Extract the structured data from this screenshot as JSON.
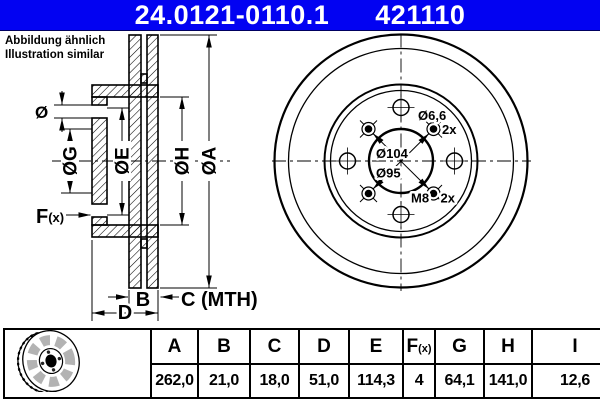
{
  "header": {
    "part_number": "24.0121-0110.1",
    "catalog_number": "421110",
    "bar_color": "#0202f2",
    "text_color": "#ffffff"
  },
  "note": {
    "line1": "Abbildung ähnlich",
    "line2": "Illustration similar"
  },
  "section_view": {
    "dim_hole_symbol": "Ø",
    "dim_g": "ØG",
    "dim_e": "ØE",
    "dim_h": "ØH",
    "dim_a": "ØA",
    "dim_f_main": "F",
    "dim_f_sub": "(x)",
    "dim_b": "B",
    "dim_c": "C (MTH)",
    "dim_d": "D"
  },
  "front_view": {
    "hole_dia_label": "Ø6,6",
    "hole_qty_label": "2x",
    "bolt_circle_label": "Ø104",
    "inner_circle_label": "Ø95",
    "thread_label": "M8",
    "thread_qty_label": "2x"
  },
  "dimension_table": {
    "headers": [
      {
        "main": "A",
        "sub": ""
      },
      {
        "main": "B",
        "sub": ""
      },
      {
        "main": "C",
        "sub": ""
      },
      {
        "main": "D",
        "sub": ""
      },
      {
        "main": "E",
        "sub": ""
      },
      {
        "main": "F",
        "sub": "(x)"
      },
      {
        "main": "G",
        "sub": ""
      },
      {
        "main": "H",
        "sub": ""
      },
      {
        "main": "I",
        "sub": ""
      }
    ],
    "values": [
      "262,0",
      "21,0",
      "18,0",
      "51,0",
      "114,3",
      "4",
      "64,1",
      "141,0",
      "12,6"
    ]
  },
  "icons": {
    "table_icon": "vented-brake-disc-3d"
  },
  "colors": {
    "line": "#000000",
    "background": "#ffffff",
    "icon_gray": "#b3b3b3"
  }
}
